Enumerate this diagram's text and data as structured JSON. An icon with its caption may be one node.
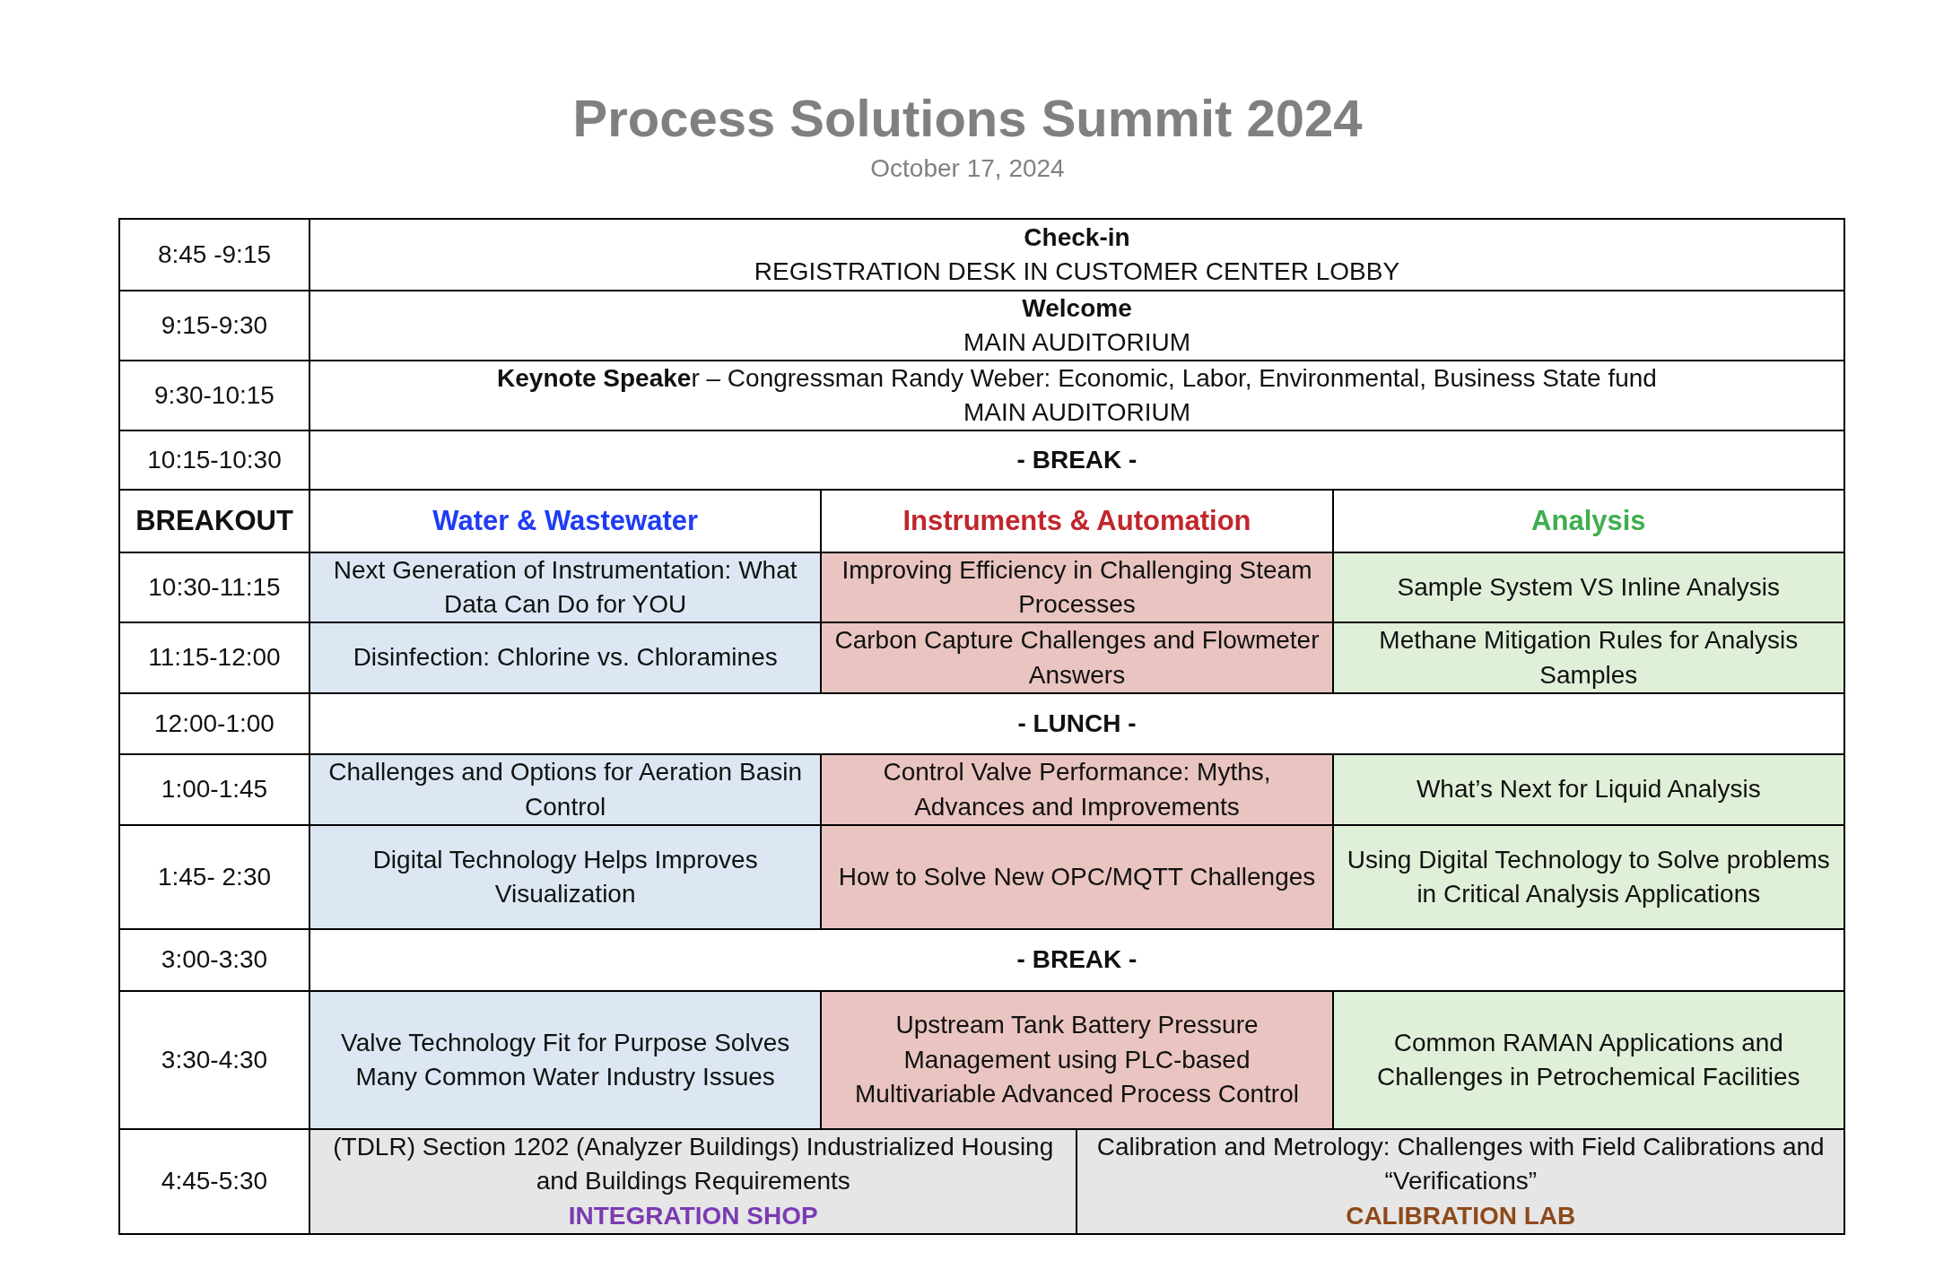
{
  "diagram": {
    "title": "Process Solutions Summit 2024",
    "labels": [
      "October 17, 2024",
      "8:45 -9:15",
      "Check-in",
      "REGISTRATION DESK IN CUSTOMER CENTER LOBBY",
      "9:15-9:30",
      "Welcome",
      "MAIN AUDITORIUM",
      "9:30-10:15",
      "**Keynote Speake**r – Congressman Randy Weber: Economic, Labor, Environmental, Business State fund",
      "MAIN AUDITORIUM",
      "10:15-10:30",
      "-  BREAK -",
      "BREAKOUT",
      "Water & Wastewater",
      "Instruments & Automation",
      "Analysis",
      "10:30-11:15",
      "Next Generation of Instrumentation: What Data Can Do for YOU",
      "Improving Efficiency in Challenging Steam Processes",
      "Sample System VS Inline Analysis",
      "11:15-12:00",
      "Disinfection: Chlorine vs. Chloramines",
      "Carbon Capture Challenges and Flowmeter Answers",
      "Methane Mitigation Rules for Analysis Samples",
      "12:00-1:00",
      "-  LUNCH -",
      "1:00-1:45",
      "Challenges and Options for Aeration Basin Control",
      "Control Valve Performance: Myths, Advances and Improvements",
      "What’s Next for Liquid Analysis",
      "1:45- 2:30",
      "Digital Technology Helps Improves Visualization",
      "How to Solve New OPC/MQTT Challenges",
      "Using Digital Technology to Solve problems in Critical Analysis Applications",
      "3:00-3:30",
      "-  BREAK -",
      "3:30-4:30",
      "Valve Technology Fit for Purpose Solves Many Common Water Industry Issues",
      "Upstream Tank Battery Pressure Management using PLC-based Multivariable Advanced Process Control",
      "Common RAMAN Applications and Challenges in Petrochemical Facilities",
      "4:45-5:30",
      "(TDLR) Section 1202 (Analyzer Buildings) Industrialized Housing and Buildings Requirements",
      "INTEGRATION SHOP",
      "Calibration and Metrology: Challenges with Field Calibrations and “Verifications”",
      "CALIBRATION LAB"
    ]
  }
}
